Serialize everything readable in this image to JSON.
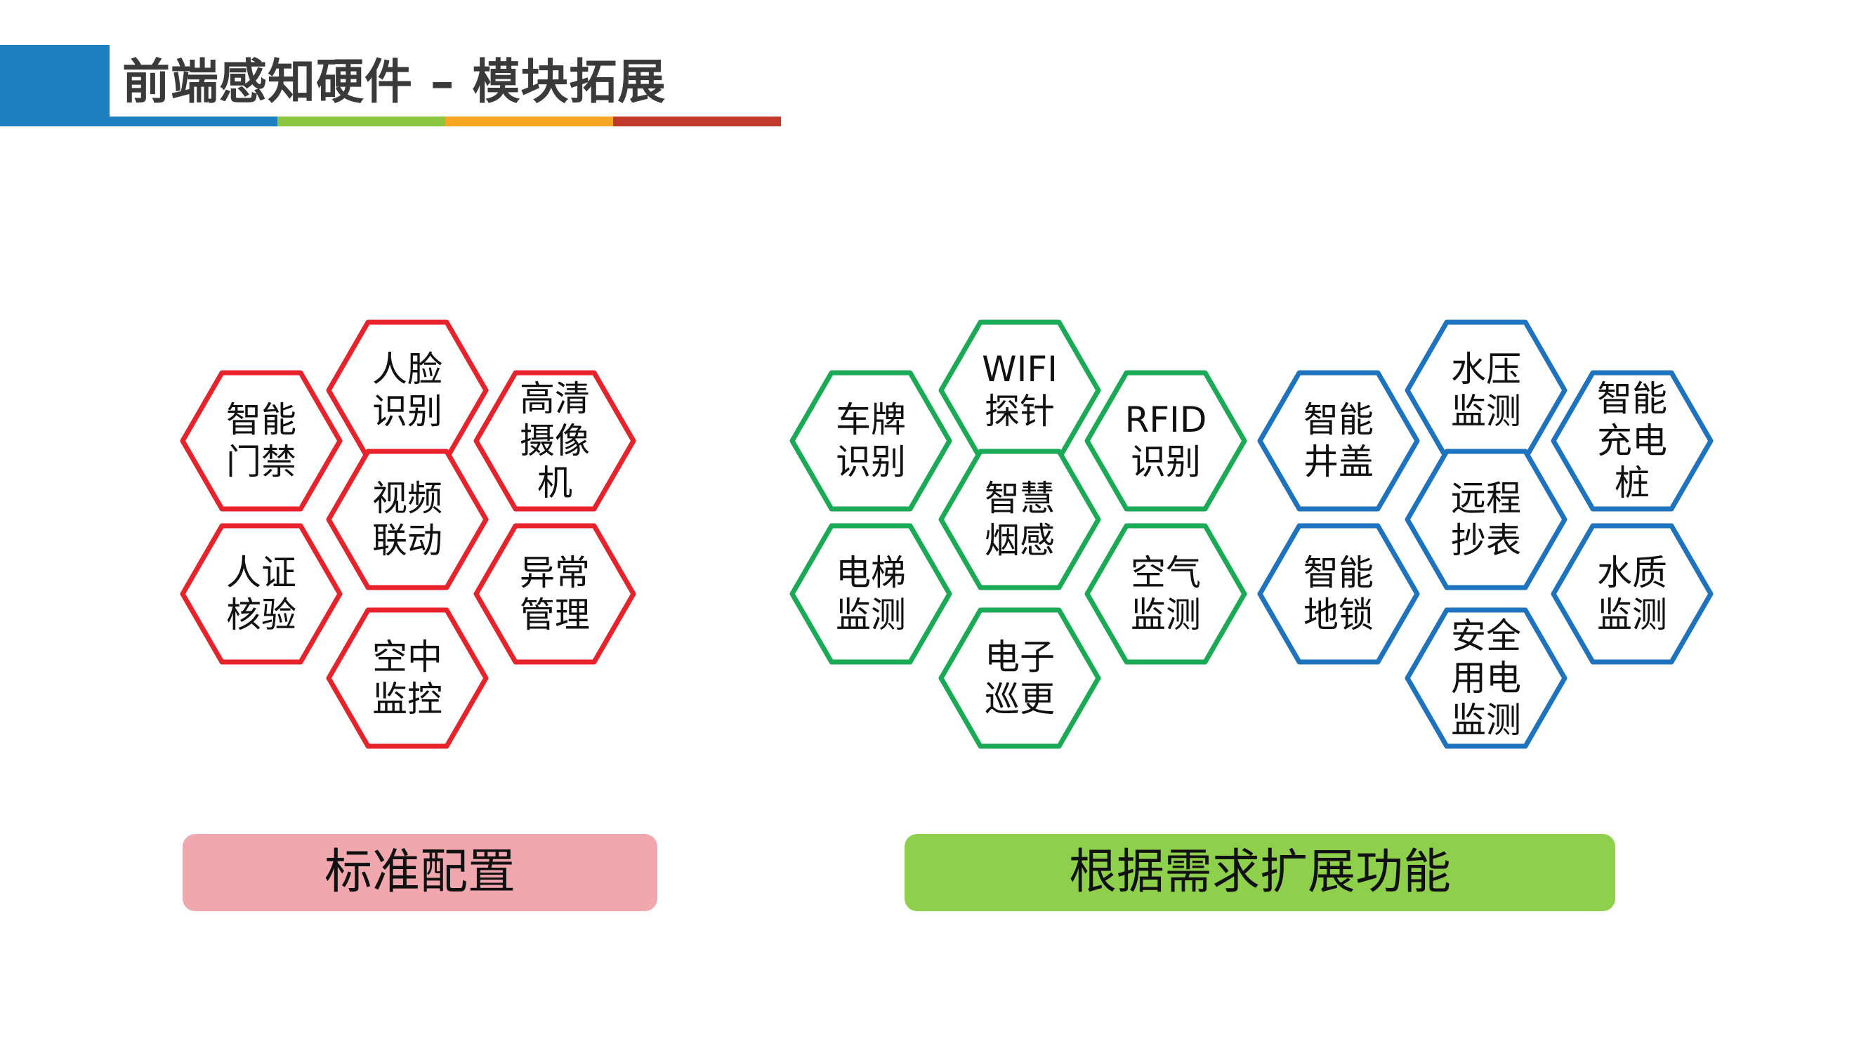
{
  "title": "前端感知硬件 – 模块拓展",
  "colors": {
    "header_block": "#1e7fc1",
    "underline": [
      "#1e7fc1",
      "#8cc63f",
      "#f5a623",
      "#c0392b"
    ],
    "standard_group": "#e8222a",
    "expansion_group_1": "#1aaa55",
    "expansion_group_2": "#1e73be",
    "standard_label_bg": "#f0a7ad",
    "expansion_label_bg": "#8ecf4b"
  },
  "standard_group": {
    "label": "标准配置",
    "items": [
      "智能\n门禁",
      "人脸\n识别",
      "高清\n摄像\n机",
      "视频\n联动",
      "人证\n核验",
      "异常\n管理",
      "空中\n监控"
    ]
  },
  "expansion_group_1": {
    "items": [
      "车牌\n识别",
      "WIFI\n探针",
      "RFID\n识别",
      "智慧\n烟感",
      "电梯\n监测",
      "空气\n监测",
      "电子\n巡更"
    ]
  },
  "expansion_group_2": {
    "items": [
      "智能\n井盖",
      "水压\n监测",
      "智能\n充电\n桩",
      "远程\n抄表",
      "智能\n地锁",
      "水质\n监测",
      "安全\n用电\n监测"
    ]
  },
  "expansion_label": "根据需求扩展功能"
}
